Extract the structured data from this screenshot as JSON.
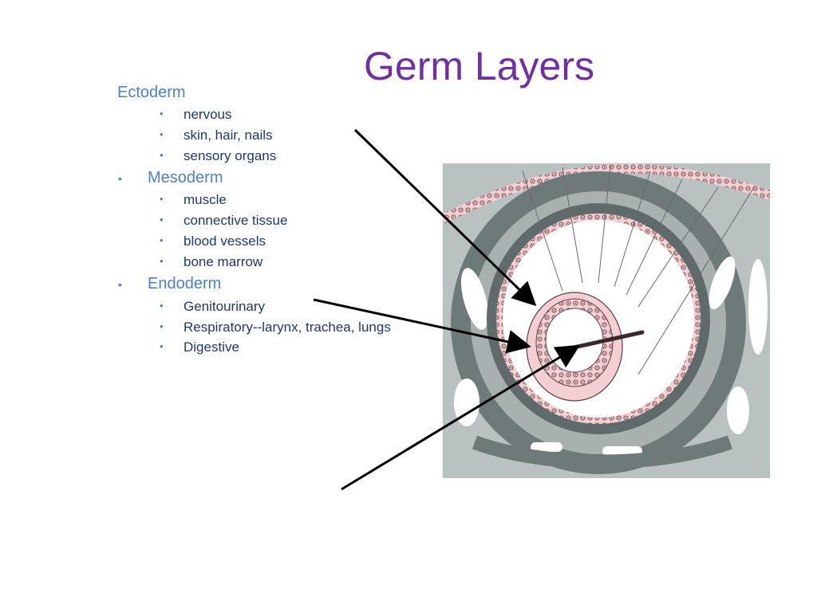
{
  "slide": {
    "title": "Germ Layers",
    "sections": [
      {
        "heading": "Ectoderm",
        "items": [
          "nervous",
          "skin,  hair,  nails",
          "sensory  organs"
        ]
      },
      {
        "heading": "Mesoderm",
        "items": [
          "muscle",
          "connective tissue",
          "blood vessels",
          "bone marrow"
        ]
      },
      {
        "heading": "Endoderm",
        "items": [
          "Genitourinary",
          "Respiratory--larynx,  trachea,  lungs",
          "Digestive"
        ]
      }
    ],
    "bullet_char": "•"
  },
  "colors": {
    "title": "#7030a0",
    "heading": "#4f81bd",
    "item": "#1f3864",
    "tissue_gray": "#9aa5a4",
    "tissue_dark": "#5f6b6a",
    "tissue_pink": "#f3cfd3"
  }
}
